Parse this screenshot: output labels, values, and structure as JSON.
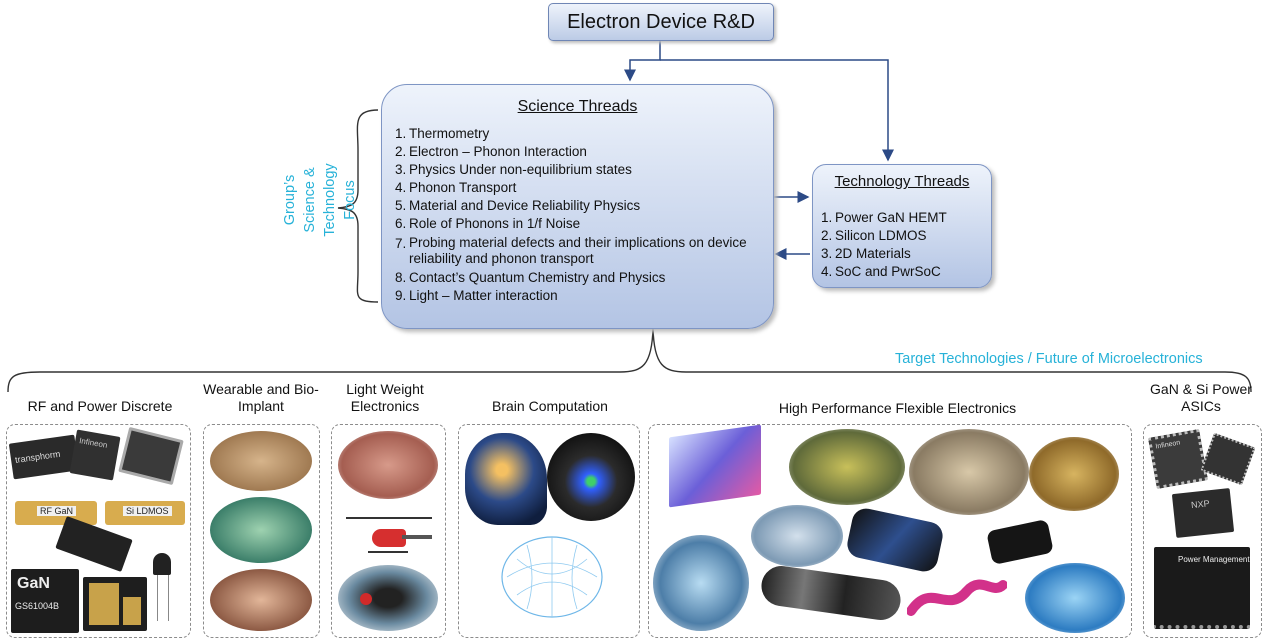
{
  "header": {
    "title": "Electron Device R&D"
  },
  "science": {
    "heading": "Science Threads",
    "items": [
      {
        "num": "1.",
        "text": "Thermometry"
      },
      {
        "num": "2.",
        "text": "Electron – Phonon Interaction"
      },
      {
        "num": "3.",
        "text": "Physics Under non-equilibrium states"
      },
      {
        "num": "4.",
        "text": "Phonon Transport"
      },
      {
        "num": "5.",
        "text": "Material and Device Reliability Physics"
      },
      {
        "num": "6.",
        "text": "Role of Phonons in 1/f Noise"
      },
      {
        "num": "7.",
        "text": "Probing material defects and their implications on device reliability and phonon transport"
      },
      {
        "num": "8.",
        "text": "Contact’s Quantum Chemistry and Physics"
      },
      {
        "num": "9.",
        "text": "Light – Matter interaction"
      }
    ]
  },
  "technology": {
    "heading": "Technology Threads",
    "items": [
      {
        "num": "1.",
        "text": "Power GaN HEMT"
      },
      {
        "num": "2.",
        "text": "Silicon LDMOS"
      },
      {
        "num": "3.",
        "text": "2D Materials"
      },
      {
        "num": "4.",
        "text": "SoC and PwrSoC"
      }
    ]
  },
  "focus_label": "Group’s Science & Technology Focus",
  "target_label": "Target Technologies / Future of Microelectronics",
  "categories": [
    {
      "label": "RF and Power Discrete"
    },
    {
      "label": "Wearable and Bio-Implant"
    },
    {
      "label": "Light Weight Electronics"
    },
    {
      "label": "Brain Computation"
    },
    {
      "label": "High Performance Flexible Electronics"
    },
    {
      "label": "GaN & Si Power ASICs"
    }
  ],
  "chip_labels": {
    "transphorm": "transphorm",
    "infineon": "Infineon",
    "rf_gan": "RF GaN",
    "si_ldmos": "Si LDMOS",
    "gan_logo": "GaN",
    "gs_part": "GS61004B",
    "nxp": "NXP",
    "power_mgmt": "Power Management"
  },
  "colors": {
    "accent_cyan": "#27b2d8",
    "box_border": "#7e95c4",
    "arrow": "#2c4a86"
  }
}
